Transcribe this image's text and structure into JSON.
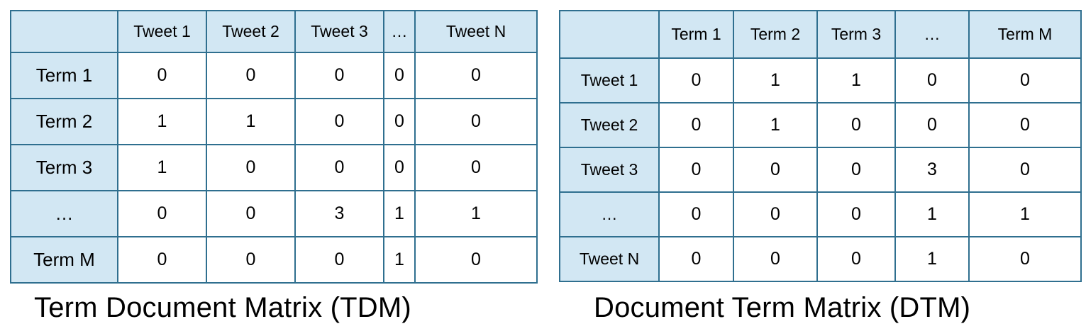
{
  "tdm": {
    "caption": "Term Document Matrix (TDM)",
    "column_headers": [
      "Tweet 1",
      "Tweet 2",
      "Tweet 3",
      "…",
      "Tweet N"
    ],
    "rows": [
      {
        "label": "Term 1",
        "values": [
          "0",
          "0",
          "0",
          "0",
          "0"
        ]
      },
      {
        "label": "Term 2",
        "values": [
          "1",
          "1",
          "0",
          "0",
          "0"
        ]
      },
      {
        "label": "Term 3",
        "values": [
          "1",
          "0",
          "0",
          "0",
          "0"
        ]
      },
      {
        "label": "…",
        "values": [
          "0",
          "0",
          "3",
          "1",
          "1"
        ]
      },
      {
        "label": "Term M",
        "values": [
          "0",
          "0",
          "0",
          "1",
          "0"
        ]
      }
    ]
  },
  "dtm": {
    "caption": "Document Term Matrix (DTM)",
    "column_headers": [
      "Term 1",
      "Term 2",
      "Term 3",
      "…",
      "Term M"
    ],
    "rows": [
      {
        "label": "Tweet 1",
        "values": [
          "0",
          "1",
          "1",
          "0",
          "0"
        ]
      },
      {
        "label": "Tweet 2",
        "values": [
          "0",
          "1",
          "0",
          "0",
          "0"
        ]
      },
      {
        "label": "Tweet 3",
        "values": [
          "0",
          "0",
          "0",
          "3",
          "0"
        ]
      },
      {
        "label": "…",
        "values": [
          "0",
          "0",
          "0",
          "1",
          "1"
        ]
      },
      {
        "label": "Tweet N",
        "values": [
          "0",
          "0",
          "0",
          "1",
          "0"
        ]
      }
    ]
  },
  "colors": {
    "header_fill": "#d2e7f3",
    "border": "#2f6f8f",
    "cell_fill": "#ffffff"
  }
}
